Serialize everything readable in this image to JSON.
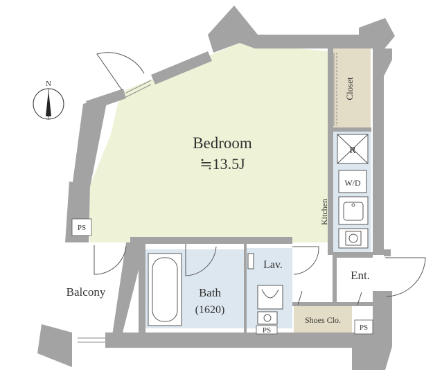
{
  "rooms": {
    "bedroom": {
      "name": "Bedroom",
      "size": "≒13.5J"
    },
    "closet": "Closet",
    "kitchen": "Kitchen",
    "bath": {
      "name": "Bath",
      "size": "(1620)"
    },
    "lavatory": "Lav.",
    "entrance": "Ent.",
    "balcony": "Balcony",
    "shoes_closet": "Shoes Clo."
  },
  "fixtures": {
    "refrigerator": "R",
    "washer_dryer": "W/D",
    "pipe_space": "PS"
  },
  "compass": {
    "north": "N"
  },
  "colors": {
    "wall": "#a3a3a3",
    "wall_edge": "#8a8a8a",
    "bedroom_floor": "#eef2d6",
    "wet_area_floor": "#dde7ef",
    "storage_floor": "#e3dcc6",
    "entrance_floor": "#ffffff",
    "text": "#333333"
  }
}
